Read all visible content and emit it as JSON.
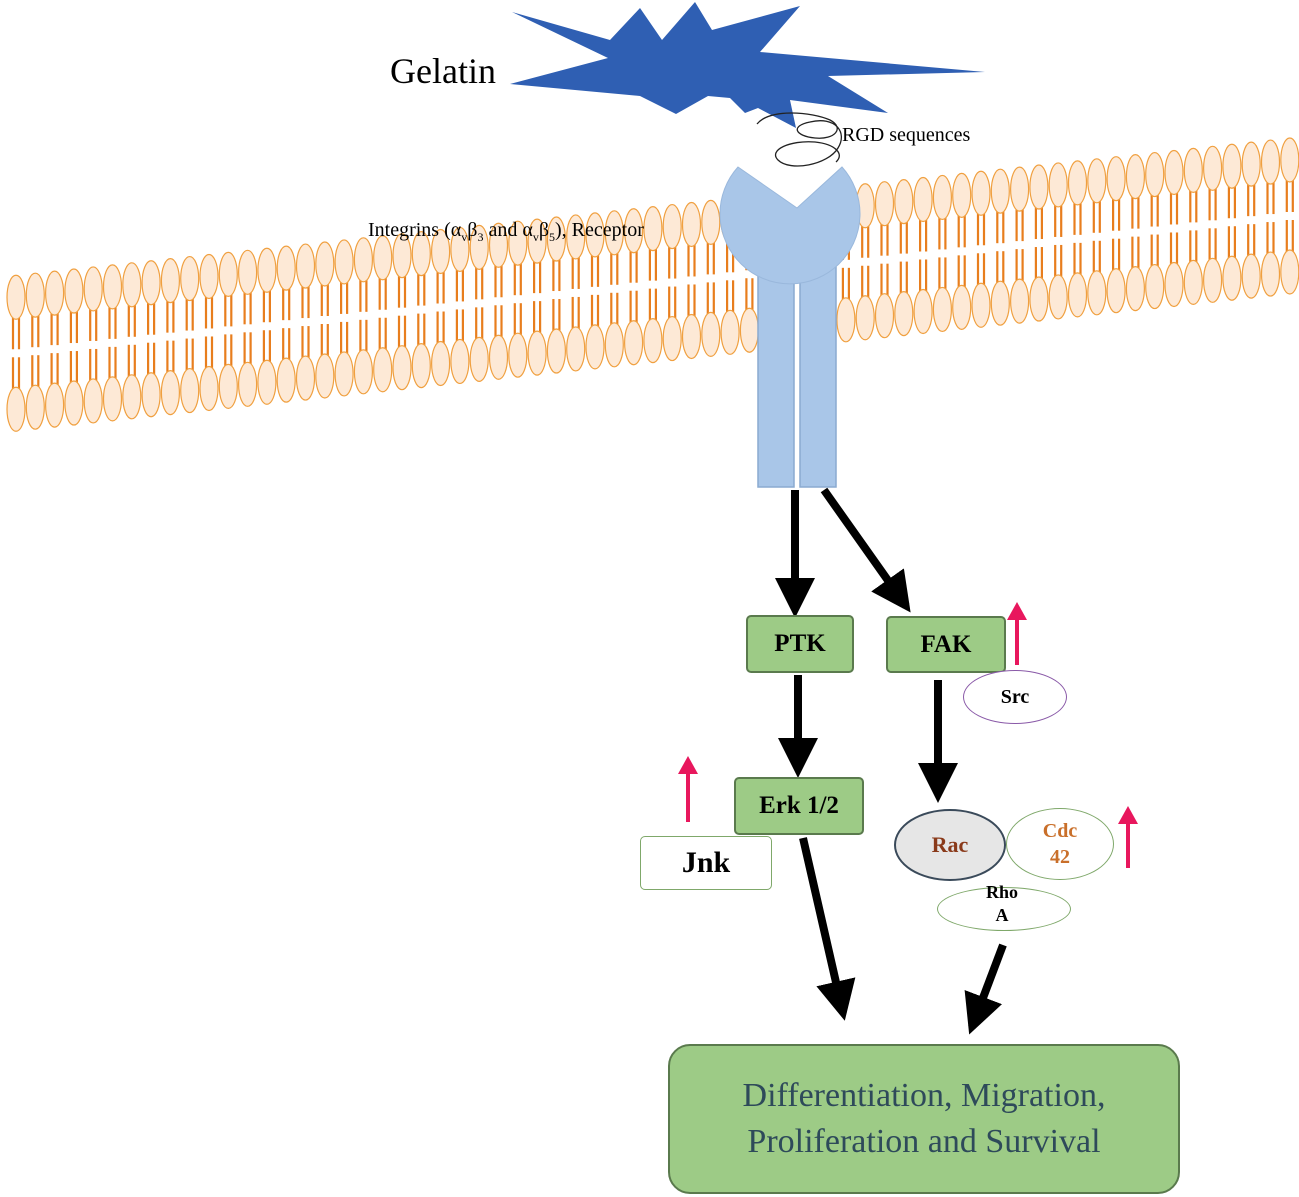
{
  "labels": {
    "gelatin": "Gelatin",
    "rgd": "RGD  sequences",
    "integrins_prefix": "Integrins (",
    "integrins_alpha1": "α",
    "integrins_sub_v1": "v",
    "integrins_beta1": "β",
    "integrins_sub_3": "3",
    "integrins_and": " and ",
    "integrins_alpha2": "α",
    "integrins_sub_v2": "v",
    "integrins_beta2": "β",
    "integrins_sub_5": "5",
    "integrins_suffix": "), Receptor"
  },
  "nodes": {
    "ptk": "PTK",
    "fak": "FAK",
    "src": "Src",
    "erk": "Erk 1/2",
    "jnk": "Jnk",
    "rac": "Rac",
    "cdc42_line1": "Cdc",
    "cdc42_line2": "42",
    "rhoa_line1": "Rho",
    "rhoa_line2": "A"
  },
  "outcome": {
    "line1": "Differentiation, Migration,",
    "line2": "Proliferation and Survival"
  },
  "colors": {
    "gelatin_fill": "#2f5fb3",
    "receptor_fill": "#a9c6e8",
    "lipid_head": "#fde9d6",
    "lipid_stroke": "#f0a040",
    "lipid_tail": "#e87e1e",
    "green_box": "#9dcb86",
    "up_arrow": "#e8175d",
    "rac_fill": "#e6e6e6",
    "cdc42_text": "#c96f2a",
    "rac_text": "#8a3a1a",
    "outcome_text": "#2e4a5a"
  },
  "icons": {
    "gelatin": "star-burst-icon",
    "rgd": "squiggle-icon",
    "up_arrow": "up-arrow-icon"
  }
}
